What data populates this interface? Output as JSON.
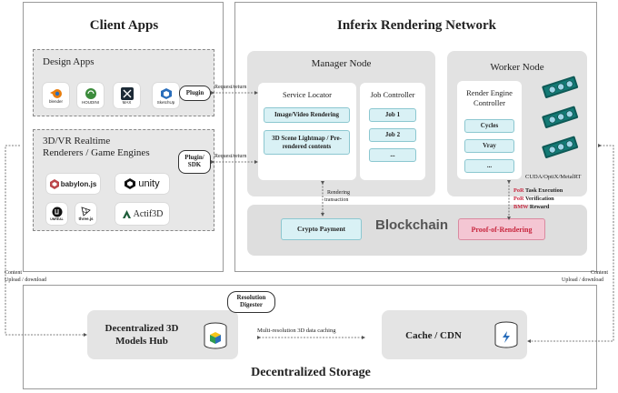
{
  "client": {
    "title": "Client Apps",
    "design_apps": {
      "title": "Design Apps",
      "icons": [
        "blender",
        "HOUDINI",
        "MAX",
        "SketchUp"
      ]
    },
    "realtime": {
      "title_line1": "3D/VR Realtime",
      "title_line2": "Renderers / Game Engines",
      "logos": [
        "babylon.js",
        "unity",
        "UNREAL",
        "three.js",
        "Actif3D"
      ]
    }
  },
  "connectors": {
    "plugin": "Plugin",
    "plugin_sdk_line1": "Plugin/",
    "plugin_sdk_line2": "SDK",
    "request_return": "Request/return",
    "rendering_transaction_line1": "Rendering",
    "rendering_transaction_line2": "transaction",
    "content_line1": "Content",
    "content_line2": "Upload / download",
    "multires": "Multi-resolution 3D data caching"
  },
  "network": {
    "title": "Inferix Rendering Network",
    "manager": {
      "title": "Manager Node",
      "service_locator": {
        "title": "Service Locator",
        "items": [
          "Image/Video Rendering",
          "3D Scene Lightmap / Pre-rendered contents"
        ]
      },
      "job_controller": {
        "title": "Job Controller",
        "items": [
          "Job 1",
          "Job 2",
          "..."
        ]
      }
    },
    "worker": {
      "title": "Worker Node",
      "render_engine": {
        "title_line1": "Render Engine",
        "title_line2": "Controller",
        "items": [
          "Cycles",
          "Vray",
          "..."
        ]
      },
      "gpu_label": "CUDA/OptiX/MetalRT"
    },
    "blockchain": {
      "crypto": "Crypto Payment",
      "title": "Blockchain",
      "proof": "Proof-of-Rendering",
      "por": [
        {
          "tag": "PoR",
          "text": "Task Execution"
        },
        {
          "tag": "PoR",
          "text": "Verification"
        },
        {
          "tag": "BMW",
          "text": "Reward"
        }
      ]
    }
  },
  "storage": {
    "title": "Decentralized Storage",
    "digester_line1": "Resolution",
    "digester_line2": "Digester",
    "hub_line1": "Decentralized 3D",
    "hub_line2": "Models Hub",
    "cdn": "Cache / CDN"
  },
  "colors": {
    "accent_cyan": "#d9f1f5",
    "proof_pink": "#f4c6d3",
    "proof_red": "#c8273f",
    "unity_black": "#111111",
    "babylon_red": "#bb464b"
  }
}
